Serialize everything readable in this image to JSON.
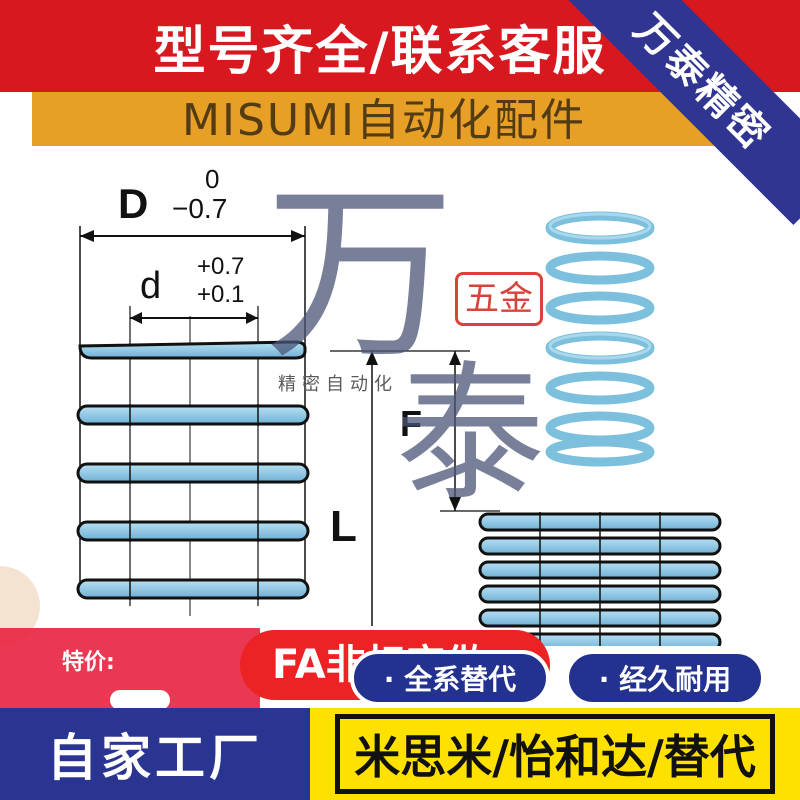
{
  "top_banner": {
    "text": "型号齐全/联系客服"
  },
  "header_subtitle": "MISUMI自动化配件",
  "ribbon": {
    "text": "万泰精密"
  },
  "diagram": {
    "label_D": "D",
    "tol_D_upper": "0",
    "tol_D_lower": "−0.7",
    "label_d": "d",
    "tol_d_upper": "+0.7",
    "tol_d_lower": "+0.1",
    "label_L": "L",
    "label_F": "F"
  },
  "watermark": {
    "char_1": "万",
    "char_2": "泰",
    "small_text": "精密自动化",
    "seal_text": "五金"
  },
  "price_label": "特价:",
  "fa_banner": "FA非标定做",
  "pills": [
    "· 全系替代",
    "· 经久耐用"
  ],
  "bottom_left": "自家工厂",
  "bottom_right": "米思米/怡和达/替代",
  "colors": {
    "red": "#d7191f",
    "navy": "#2a3491",
    "yellow": "#ffe100",
    "orange": "#e7a025",
    "spring_blue": "#8fc6e3"
  }
}
